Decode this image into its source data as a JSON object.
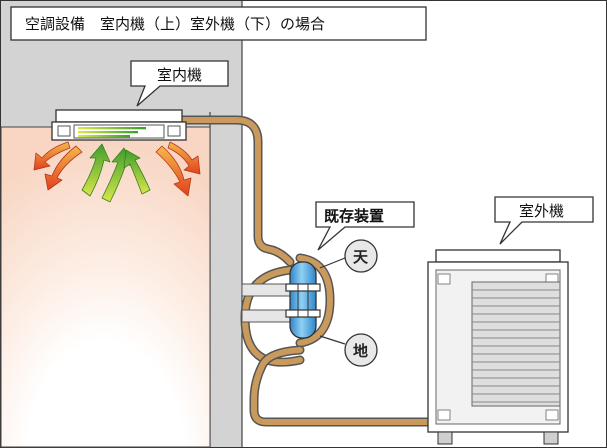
{
  "title": "空調設備　室内機（上）室外機（下）の場合",
  "labels": {
    "indoor_unit": "室内機",
    "outdoor_unit": "室外機",
    "existing_device": "既存装置",
    "top": "天",
    "bottom": "地"
  },
  "colors": {
    "wall": "#d3d3d3",
    "pipe": "#c99a5c",
    "device_blue": "#4aa6e0",
    "room_warm": "#fbe2d4",
    "arrow_warm": "#e7542a",
    "arrow_green": "#7cc23a"
  }
}
